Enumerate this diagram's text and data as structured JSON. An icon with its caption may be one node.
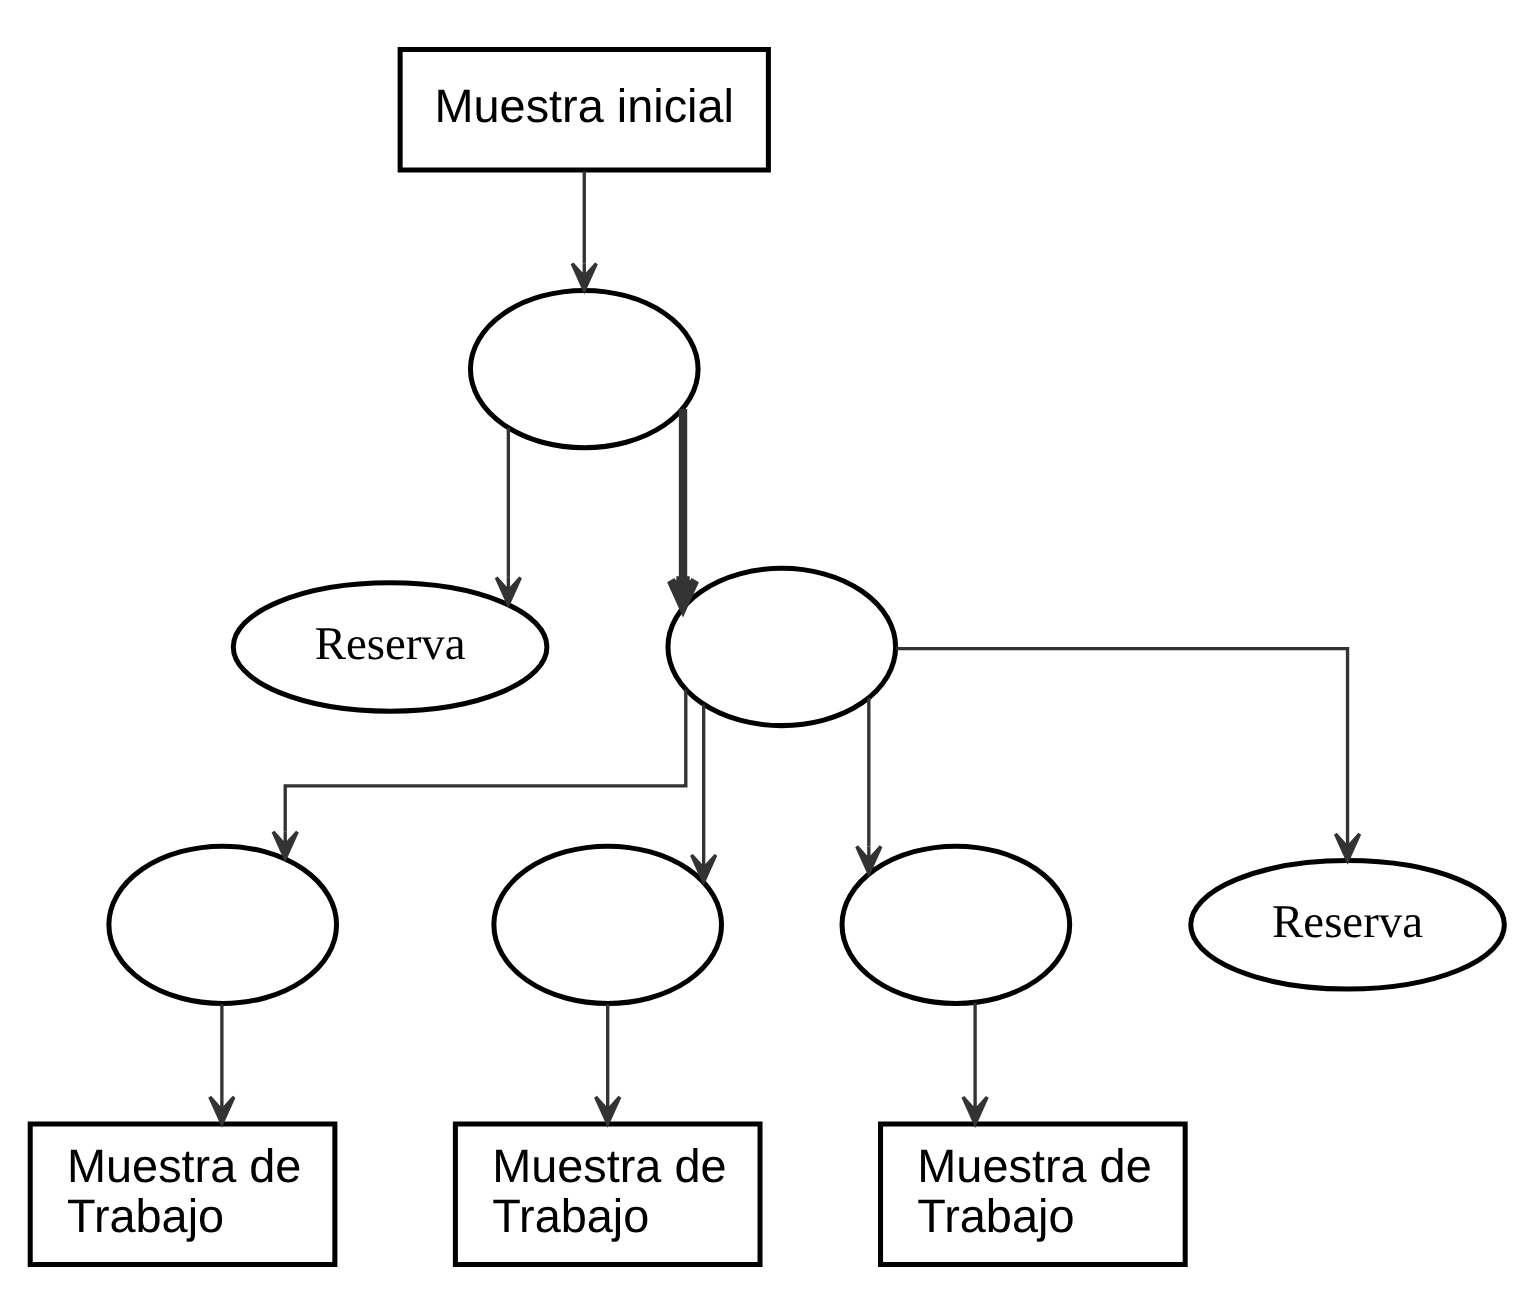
{
  "diagram": {
    "nodes": [
      {
        "text": [
          "Muestra inicial"
        ]
      },
      {
        "text": [],
        "shape": "circle"
      },
      {
        "text": [
          "Reserva"
        ]
      },
      {
        "text": [],
        "shape": "circle"
      },
      {
        "text": [],
        "shape": "circle"
      },
      {
        "text": [],
        "shape": "circle"
      },
      {
        "text": [],
        "shape": "circle"
      },
      {
        "text": [
          "Reserva"
        ]
      },
      {
        "text": [
          "Muestra de Trabajo"
        ]
      },
      {
        "text": [
          "Muestra de Trabajo"
        ]
      },
      {
        "text": [
          "Muestra de Trabajo"
        ]
      }
    ],
    "edges": [
      {
        "from": 0,
        "to": 1,
        "arrow": "to"
      },
      {
        "from": 1,
        "to": 2,
        "arrow": "to"
      },
      {
        "from": 1,
        "to": 3,
        "arrow": "to",
        "style": "thick"
      },
      {
        "from": 3,
        "to": 4,
        "arrow": "to"
      },
      {
        "from": 3,
        "to": 5,
        "arrow": "to"
      },
      {
        "from": 3,
        "to": 6,
        "arrow": "to"
      },
      {
        "from": 3,
        "to": 7,
        "arrow": "to"
      },
      {
        "from": 4,
        "to": 8,
        "arrow": "to"
      },
      {
        "from": 5,
        "to": 9,
        "arrow": "to"
      },
      {
        "from": 6,
        "to": 10,
        "arrow": "to"
      }
    ]
  }
}
